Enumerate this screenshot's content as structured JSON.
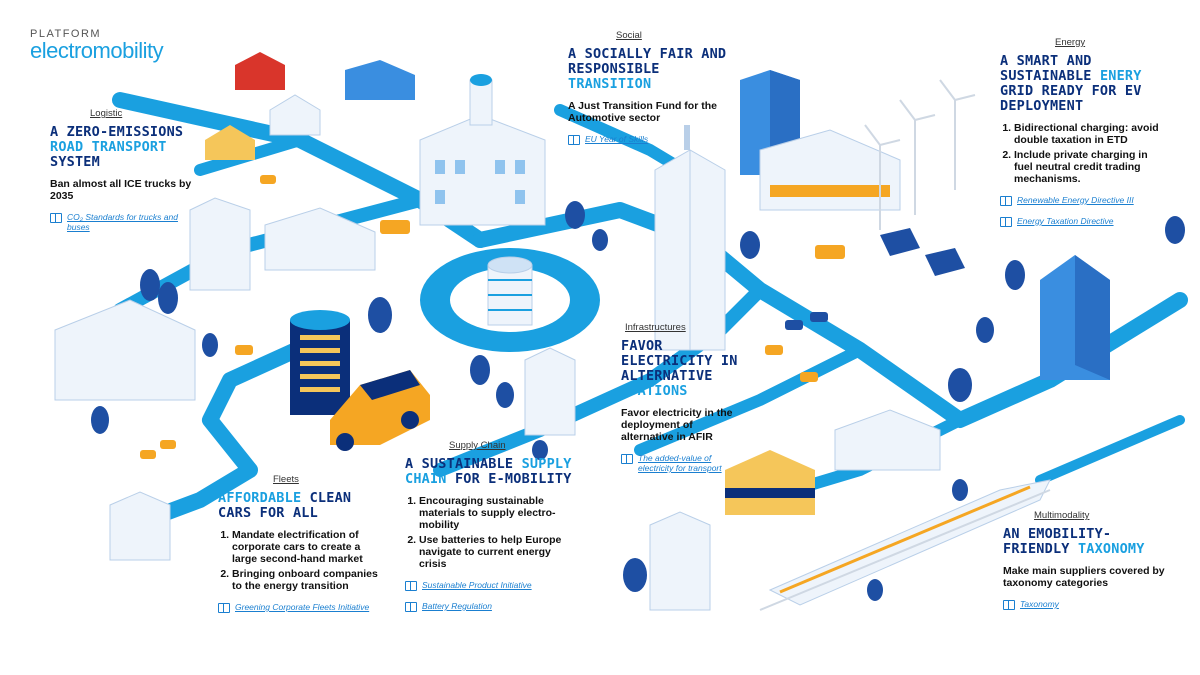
{
  "logo": {
    "platform": "PLATFORM",
    "name": "electromobility"
  },
  "panels": {
    "logistic": {
      "category": "Logistic",
      "title_parts": [
        {
          "text": "A ZERO-EMISSIONS ",
          "hl": false
        },
        {
          "text": "ROAD TRANSPORT",
          "hl": true
        },
        {
          "text": " SYSTEM",
          "hl": false
        }
      ],
      "body": "Ban almost all ICE trucks by 2035",
      "links": [
        "CO₂ Standards for trucks and buses"
      ]
    },
    "social": {
      "category": "Social",
      "title_parts": [
        {
          "text": "A SOCIALLY FAIR AND RESPONSIBLE ",
          "hl": false
        },
        {
          "text": "TRANSITION",
          "hl": true
        }
      ],
      "body": "A Just Transition Fund for the Automotive sector",
      "links": [
        "EU Year of Skills"
      ]
    },
    "energy": {
      "category": "Energy",
      "title_parts": [
        {
          "text": "A SMART AND SUSTAINABLE ",
          "hl": false
        },
        {
          "text": "ENERY",
          "hl": true
        },
        {
          "text": " GRID READY FOR EV DEPLOYMENT",
          "hl": false
        }
      ],
      "list": [
        "Bidirectional charging: avoid double taxation in ETD",
        "Include private charging in fuel neutral credit trading mechanisms."
      ],
      "links": [
        "Renewable Energy Directive III",
        "Energy Taxation Directive"
      ]
    },
    "infrastructures": {
      "category": "Infrastructures",
      "title_parts": [
        {
          "text": "FAVOR ELECTRICITY IN ALTERNATIVE ",
          "hl": false
        },
        {
          "text": "STATIONS",
          "hl": true
        }
      ],
      "body": "Favor electricity in the deployment of alternative in AFIR",
      "links": [
        "The added-value of electricity for transport"
      ]
    },
    "supply": {
      "category": "Supply Chain",
      "title_parts": [
        {
          "text": "A SUSTAINABLE ",
          "hl": false
        },
        {
          "text": "SUPPLY CHAIN",
          "hl": true
        },
        {
          "text": " FOR E-MOBILITY",
          "hl": false
        }
      ],
      "list": [
        "Encouraging sustainable materials to supply electro-mobility",
        "Use batteries to help Europe navigate to current energy crisis"
      ],
      "links": [
        "Sustainable Product Initiative",
        "Battery Regulation"
      ]
    },
    "fleets": {
      "category": "Fleets",
      "title_parts": [
        {
          "text": "AFFORDABLE",
          "hl": true
        },
        {
          "text": " CLEAN CARS FOR ALL",
          "hl": false
        }
      ],
      "list": [
        "Mandate electrification of corporate cars to create a large second-hand market",
        "Bringing onboard companies to the energy transition"
      ],
      "links": [
        "Greening Corporate Fleets Initiative"
      ]
    },
    "multimodality": {
      "category": "Multimodality",
      "title_parts": [
        {
          "text": "AN EMOBILITY-FRIENDLY ",
          "hl": false
        },
        {
          "text": "TAXONOMY",
          "hl": true
        }
      ],
      "body": "Make main suppliers covered by taxonomy categories",
      "links": [
        "Taxonomy"
      ]
    }
  },
  "colors": {
    "road": "#1aa0e0",
    "navy": "#0b2f7a",
    "accent": "#1aa0e0",
    "tree": "#1e4fa3",
    "building": "#eef4fb",
    "car": "#f5a623"
  }
}
